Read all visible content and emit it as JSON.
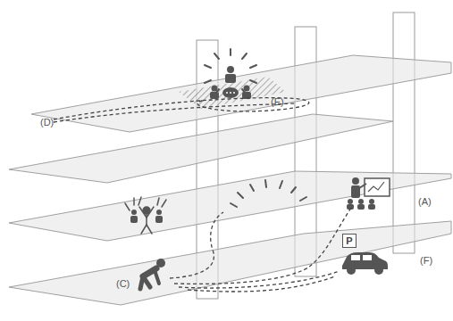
{
  "diagram": {
    "nodes": [
      {
        "text": [
          "P"
        ]
      }
    ],
    "labels": [
      "(D)",
      "(E)",
      "(A)",
      "(C)",
      "(F)"
    ]
  }
}
